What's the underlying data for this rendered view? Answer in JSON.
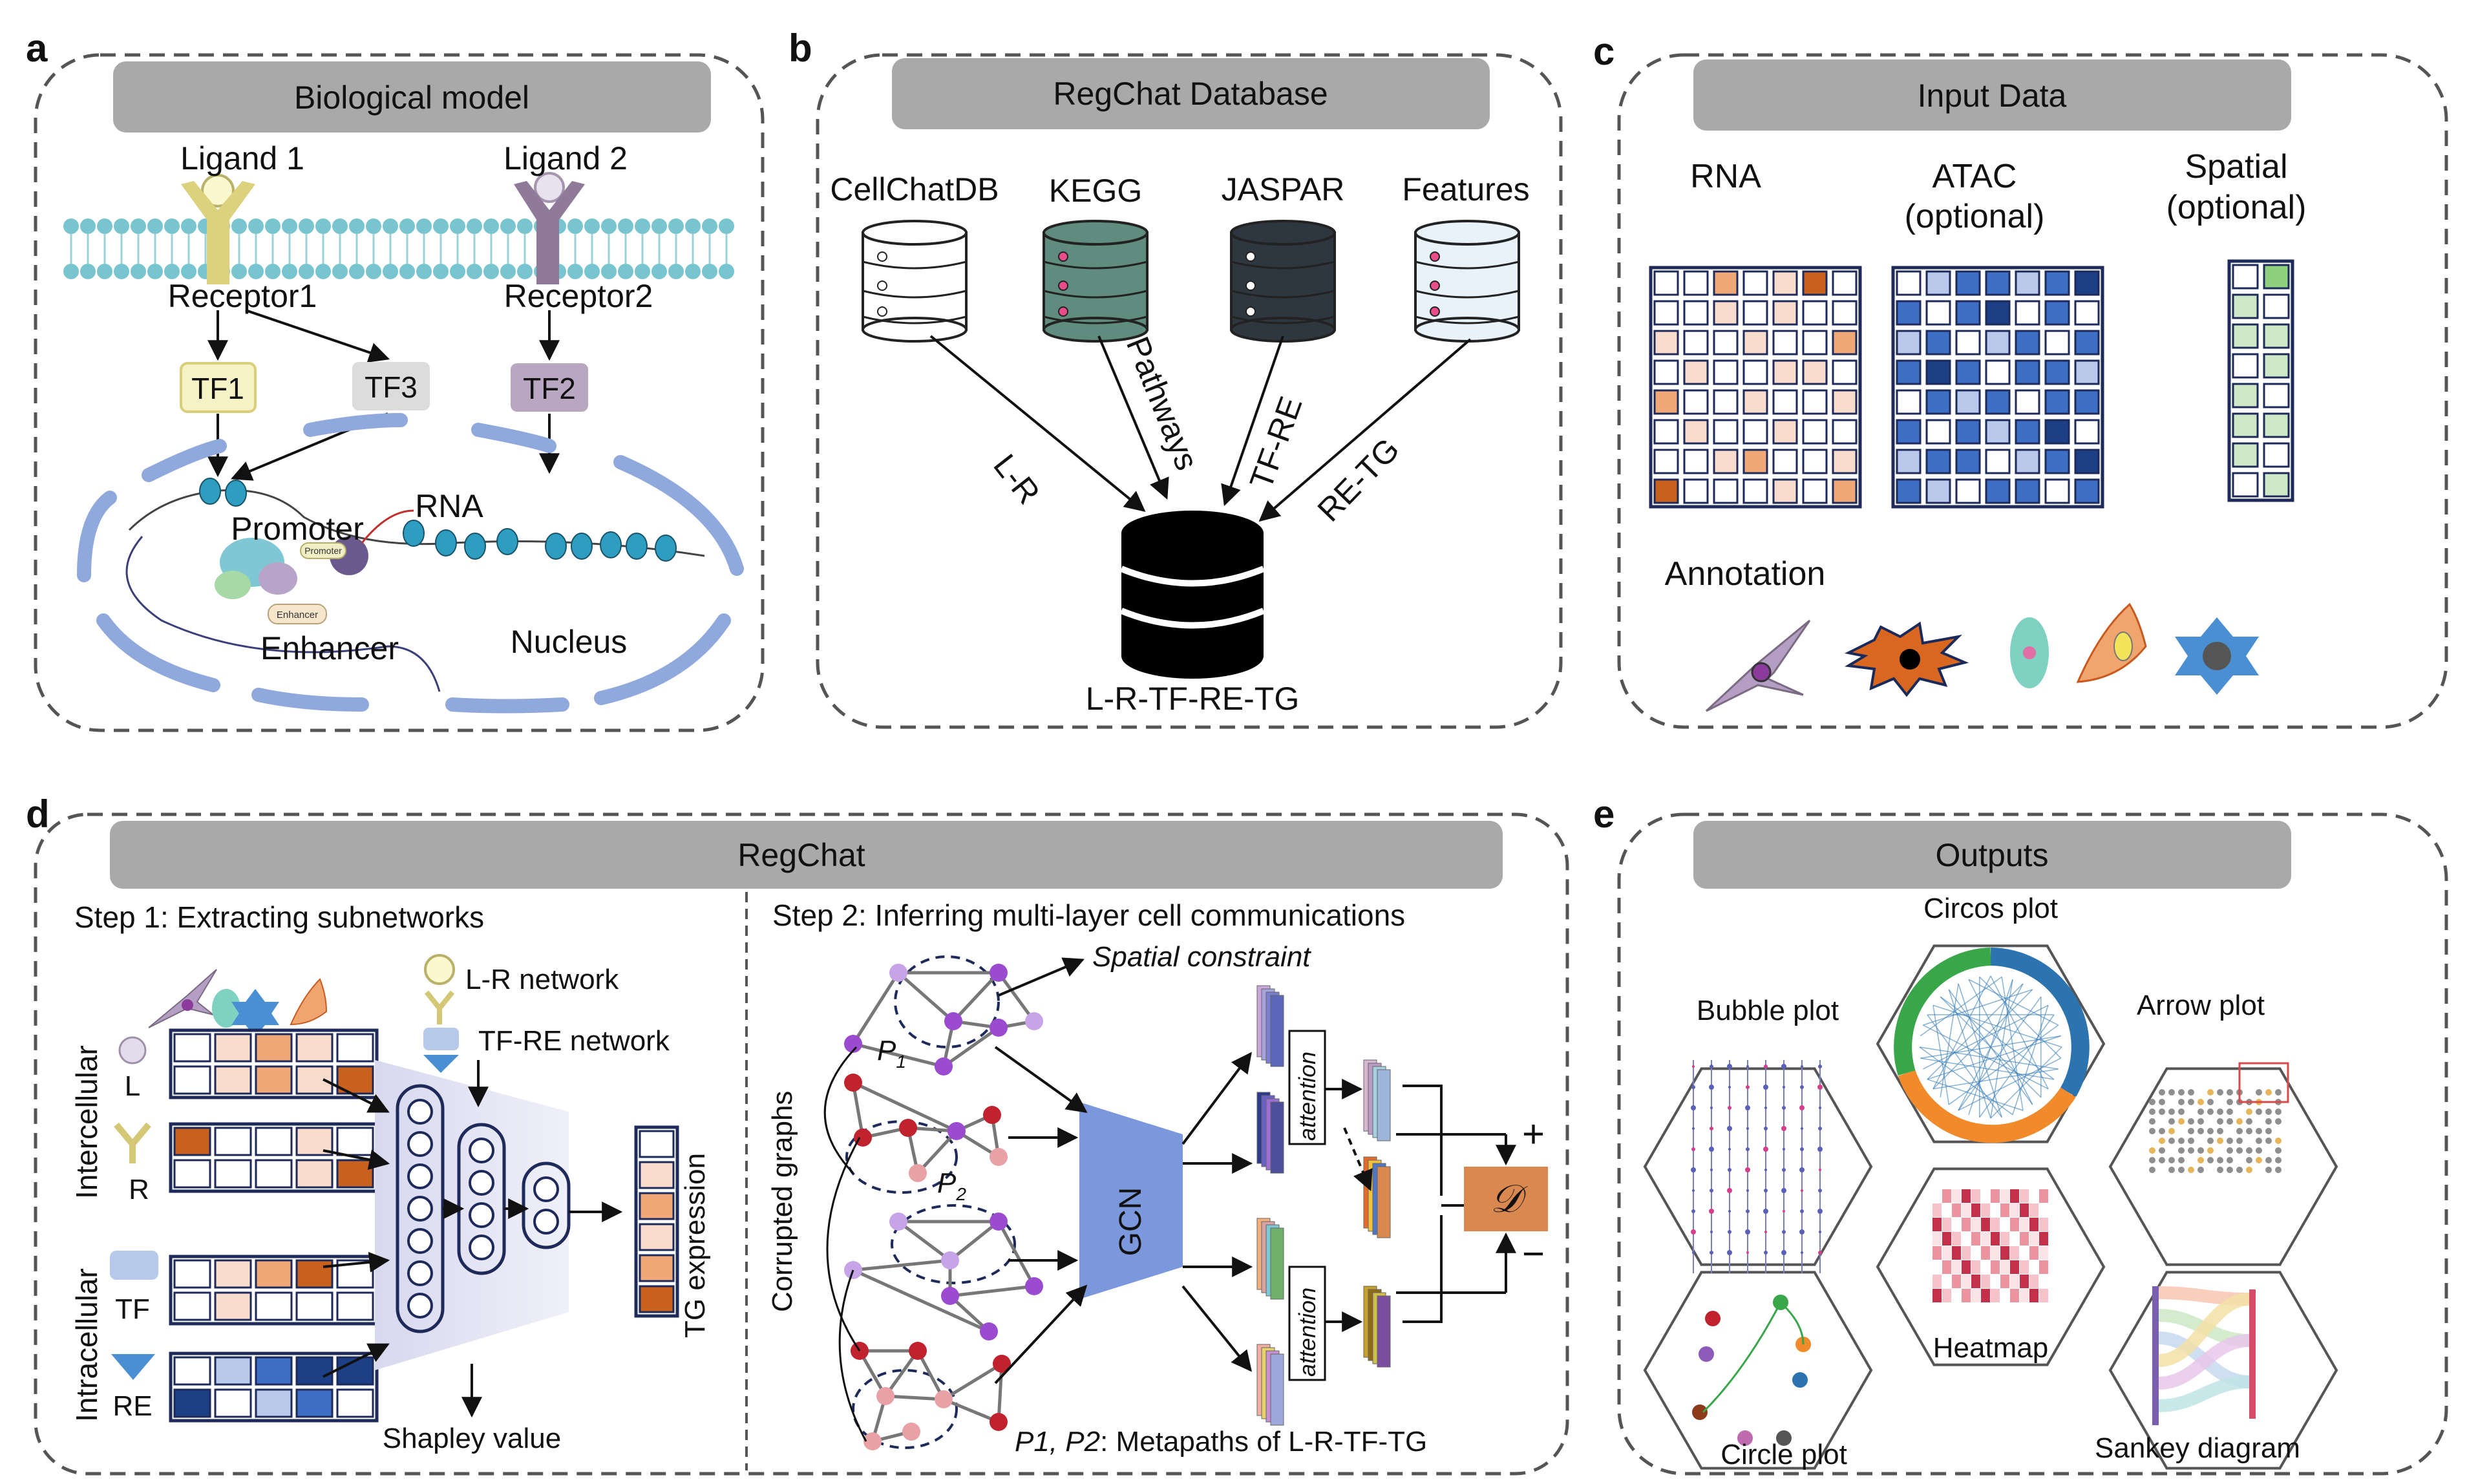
{
  "panels": {
    "a": {
      "letter": "a",
      "header": "Biological model",
      "ligand1": "Ligand 1",
      "ligand2": "Ligand 2",
      "receptor1": "Receptor1",
      "receptor2": "Receptor2",
      "tf1": "TF1",
      "tf2": "TF2",
      "tf3": "TF3",
      "promoter": "Promoter",
      "rna": "RNA",
      "enhancer": "Enhancer",
      "nucleus": "Nucleus",
      "promoter_tag": "Promoter",
      "enhancer_tag": "Enhancer"
    },
    "b": {
      "letter": "b",
      "header": "RegChat Database",
      "sources": [
        "CellChatDB",
        "KEGG",
        "JASPAR",
        "Features"
      ],
      "edges": [
        "L-R",
        "Pathways",
        "TF-RE",
        "RE-TG"
      ],
      "target": "L-R-TF-RE-TG"
    },
    "c": {
      "letter": "c",
      "header": "Input Data",
      "rna": "RNA",
      "atac_line1": "ATAC",
      "atac_line2": "(optional)",
      "spatial_line1": "Spatial",
      "spatial_line2": "(optional)",
      "annotation": "Annotation"
    },
    "d": {
      "letter": "d",
      "header": "RegChat",
      "step1": "Step 1: Extracting subnetworks",
      "step2": "Step 2: Inferring multi-layer cell communications",
      "intercellular": "Intercellular",
      "intracellular": "Intracellular",
      "L": "L",
      "R": "R",
      "TF": "TF",
      "RE": "RE",
      "lr_network": "L-R network",
      "tfre_network": "TF-RE network",
      "tg_expression": "TG expression",
      "shapley": "Shapley value",
      "corrupted": "Corrupted graphs",
      "spatial_constraint": "Spatial constraint",
      "p1": "P",
      "p1_sub": "1",
      "p2": "P",
      "p2_sub": "2",
      "gcn": "GCN",
      "attention": "attention",
      "discriminator": "𝒟",
      "plus": "+",
      "minus": "−",
      "metapath_italic": "P1, P2",
      "metapath_text": ": Metapaths of L-R-TF-TG"
    },
    "e": {
      "letter": "e",
      "header": "Outputs",
      "circos": "Circos plot",
      "bubble": "Bubble plot",
      "arrow": "Arrow plot",
      "heatmap": "Heatmap",
      "circle": "Circle plot",
      "sankey": "Sankey diagram"
    }
  },
  "colors": {
    "panel_header_bg": "#a9a9a9",
    "membrane": "#78c5d0",
    "tf1": "#f6f2c6",
    "tf3": "#dcdcdc",
    "tf2": "#b9a6c0",
    "nucleus": "#8fa9dc",
    "rna_orange": "#e07a2b",
    "atac_blue": "#2f5fab",
    "spatial_green": "#7cc26b",
    "gcn_blue": "#7b98dc",
    "discriminator": "#d9894f"
  },
  "matrices": {
    "rna": [
      [
        0,
        0,
        2,
        0,
        1,
        3,
        0
      ],
      [
        0,
        0,
        1,
        0,
        1,
        0,
        0
      ],
      [
        1,
        0,
        0,
        1,
        0,
        0,
        2
      ],
      [
        0,
        1,
        0,
        0,
        1,
        1,
        0
      ],
      [
        2,
        0,
        0,
        1,
        0,
        0,
        1
      ],
      [
        0,
        1,
        0,
        0,
        1,
        0,
        0
      ],
      [
        0,
        0,
        1,
        2,
        0,
        0,
        1
      ],
      [
        3,
        0,
        0,
        0,
        1,
        0,
        2
      ]
    ],
    "atac": [
      [
        0,
        1,
        2,
        2,
        1,
        2,
        3
      ],
      [
        2,
        0,
        2,
        3,
        0,
        2,
        0
      ],
      [
        1,
        2,
        0,
        1,
        2,
        0,
        2
      ],
      [
        2,
        3,
        2,
        0,
        2,
        2,
        1
      ],
      [
        0,
        2,
        1,
        2,
        0,
        2,
        2
      ],
      [
        2,
        0,
        2,
        1,
        2,
        3,
        0
      ],
      [
        1,
        2,
        2,
        0,
        1,
        2,
        3
      ],
      [
        2,
        1,
        0,
        2,
        2,
        0,
        2
      ]
    ],
    "spatial": [
      [
        0,
        2
      ],
      [
        1,
        0
      ],
      [
        1,
        1
      ],
      [
        0,
        1
      ],
      [
        1,
        0
      ],
      [
        1,
        1
      ],
      [
        1,
        0
      ],
      [
        0,
        1
      ]
    ],
    "d_L": [
      [
        0,
        1,
        2,
        1,
        0
      ],
      [
        0,
        1,
        2,
        1,
        3
      ]
    ],
    "d_R": [
      [
        3,
        0,
        0,
        1,
        0
      ],
      [
        0,
        0,
        0,
        1,
        3
      ]
    ],
    "d_TF": [
      [
        0,
        1,
        2,
        3,
        0
      ],
      [
        0,
        1,
        0,
        0,
        0
      ]
    ],
    "d_RE": [
      [
        0,
        1,
        2,
        3,
        3
      ],
      [
        3,
        0,
        1,
        2,
        0
      ]
    ],
    "d_TG": [
      0,
      1,
      2,
      1,
      2,
      3
    ]
  }
}
